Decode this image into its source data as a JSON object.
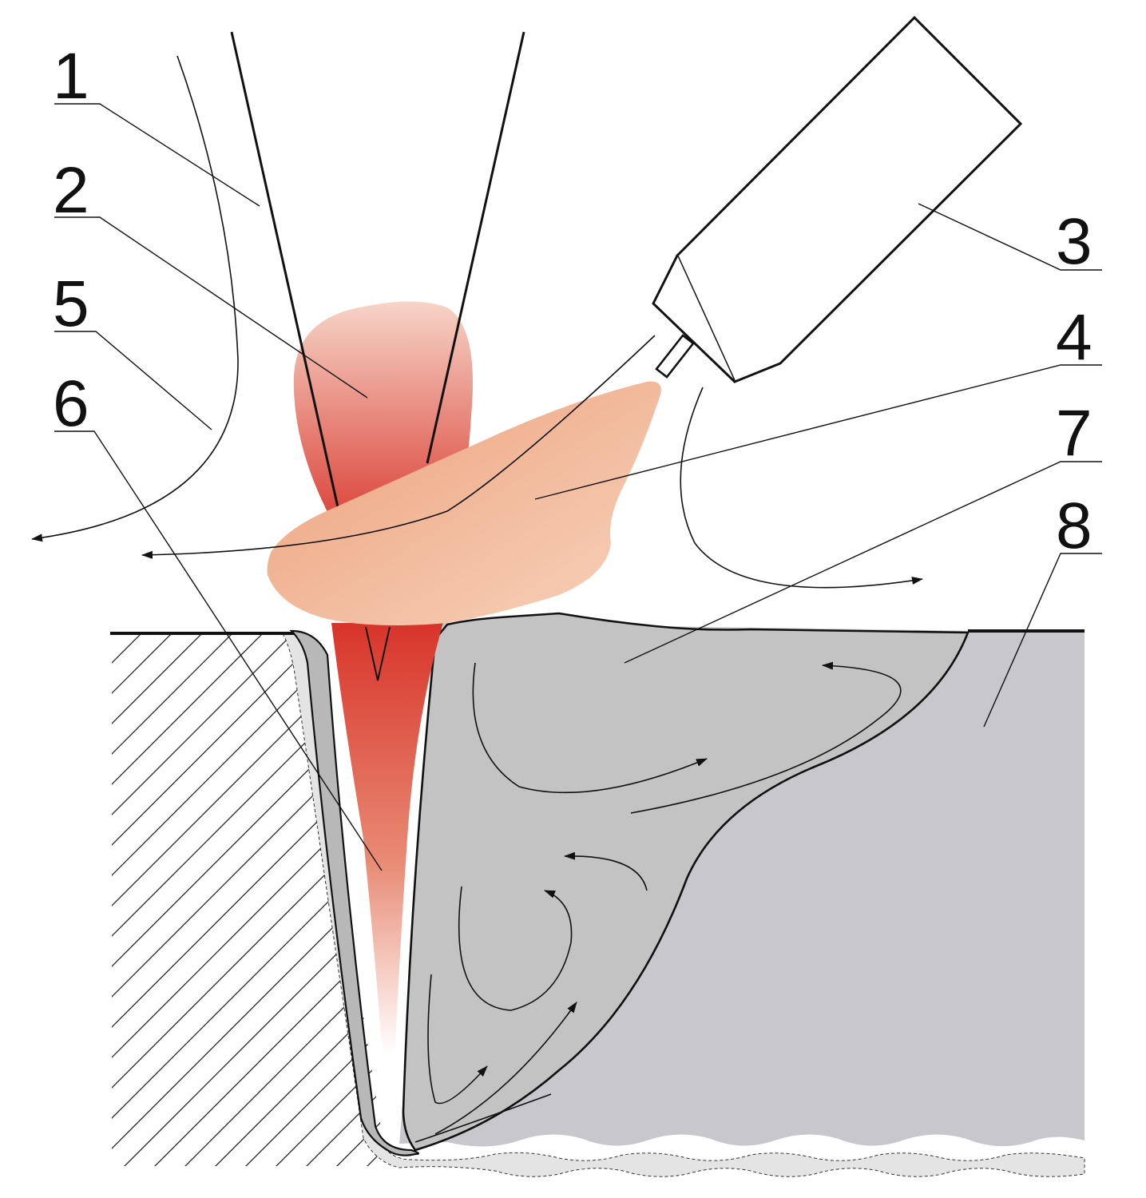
{
  "labels": [
    {
      "id": "1",
      "text": "1"
    },
    {
      "id": "2",
      "text": "2"
    },
    {
      "id": "3",
      "text": "3"
    },
    {
      "id": "4",
      "text": "4"
    },
    {
      "id": "5",
      "text": "5"
    },
    {
      "id": "6",
      "text": "6"
    },
    {
      "id": "7",
      "text": "7"
    },
    {
      "id": "8",
      "text": "8"
    }
  ],
  "colors": {
    "plasma_dark": "#d8342a",
    "plasma_light": "#f6d5c8",
    "plume": "#eea27a",
    "weld_pool": "#c3c3c3",
    "base_metal": "#c8c8cc",
    "heat_zone": "#e4e4e4",
    "line": "#111111"
  }
}
